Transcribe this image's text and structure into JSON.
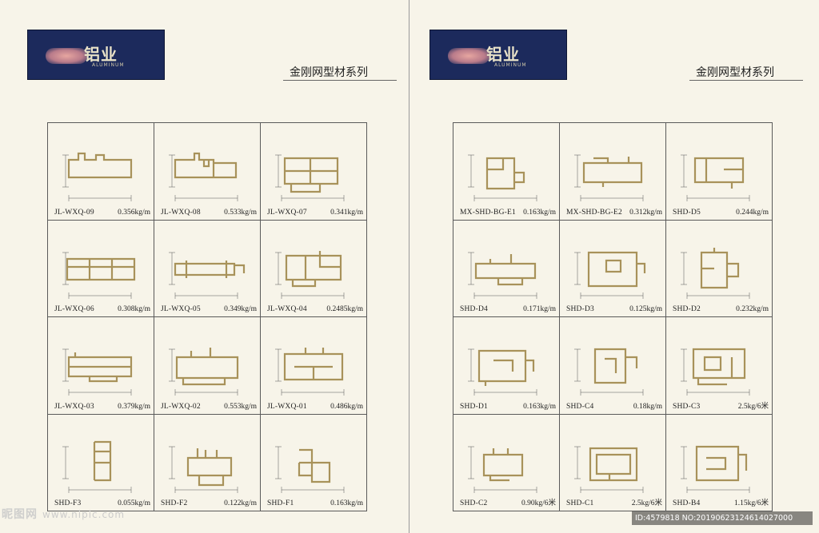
{
  "brand": {
    "wordmark": "铝业",
    "sub_text": "ALUMINUM"
  },
  "left_page": {
    "title": "金刚网型材系列",
    "items": [
      {
        "name": "JL-WXQ-09",
        "weight": "0.356kg/m"
      },
      {
        "name": "JL-WXQ-08",
        "weight": "0.533kg/m"
      },
      {
        "name": "JL-WXQ-07",
        "weight": "0.341kg/m"
      },
      {
        "name": "JL-WXQ-06",
        "weight": "0.308kg/m"
      },
      {
        "name": "JL-WXQ-05",
        "weight": "0.349kg/m"
      },
      {
        "name": "JL-WXQ-04",
        "weight": "0.2485kg/m"
      },
      {
        "name": "JL-WXQ-03",
        "weight": "0.379kg/m"
      },
      {
        "name": "JL-WXQ-02",
        "weight": "0.553kg/m"
      },
      {
        "name": "JL-WXQ-01",
        "weight": "0.486kg/m"
      },
      {
        "name": "SHD-F3",
        "weight": "0.055kg/m"
      },
      {
        "name": "SHD-F2",
        "weight": "0.122kg/m"
      },
      {
        "name": "SHD-F1",
        "weight": "0.163kg/m"
      }
    ]
  },
  "right_page": {
    "title": "金刚网型材系列",
    "items": [
      {
        "name": "MX-SHD-BG-E1",
        "weight": "0.163kg/m"
      },
      {
        "name": "MX-SHD-BG-E2",
        "weight": "0.312kg/m"
      },
      {
        "name": "SHD-D5",
        "weight": "0.244kg/m"
      },
      {
        "name": "SHD-D4",
        "weight": "0.171kg/m"
      },
      {
        "name": "SHD-D3",
        "weight": "0.125kg/m"
      },
      {
        "name": "SHD-D2",
        "weight": "0.232kg/m"
      },
      {
        "name": "SHD-D1",
        "weight": "0.163kg/m"
      },
      {
        "name": "SHD-C4",
        "weight": "0.18kg/m"
      },
      {
        "name": "SHD-C3",
        "weight": "2.5kg/6米"
      },
      {
        "name": "SHD-C2",
        "weight": "0.90kg/6米"
      },
      {
        "name": "SHD-C1",
        "weight": "2.5kg/6米"
      },
      {
        "name": "SHD-B4",
        "weight": "1.15kg/6米"
      }
    ]
  },
  "watermark": {
    "site_name": "昵图网",
    "url": "www.nipic.com"
  },
  "image_id": "ID:4579818 NO:20190623124614027000",
  "colors": {
    "background": "#f7f4e9",
    "logo_bg": "#1c2a5c",
    "profile_stroke": "#a8925a",
    "grid_line": "#5a5a5a"
  }
}
